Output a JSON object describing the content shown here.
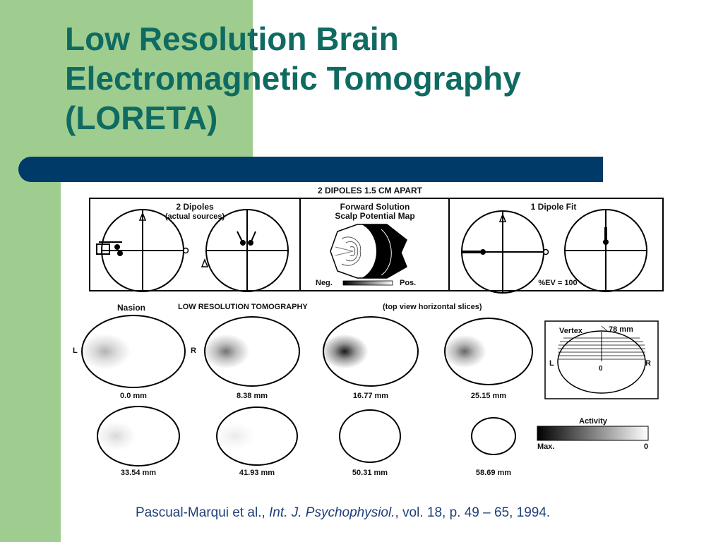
{
  "title": {
    "line1": "Low Resolution Brain",
    "line2": "Electromagnetic Tomography",
    "line3": "(LORETA)"
  },
  "figure": {
    "header": "2 DIPOLES 1.5 CM APART",
    "panel_left": {
      "line1": "2 Dipoles",
      "line2": "(actual sources)"
    },
    "panel_middle": {
      "line1": "Forward Solution",
      "line2": "Scalp Potential Map",
      "neg_label": "Neg.",
      "pos_label": "Pos."
    },
    "panel_right": {
      "line1": "1 Dipole Fit",
      "ev_label": "%EV = 100"
    },
    "nasion_label": "Nasion",
    "tomography_label": "LOW RESOLUTION TOMOGRAPHY",
    "tomography_sub": "(top view horizontal slices)",
    "left_label": "L",
    "right_label": "R",
    "slices": [
      {
        "label": "0.0 mm",
        "intensity": 0.3
      },
      {
        "label": "8.38 mm",
        "intensity": 0.55
      },
      {
        "label": "16.77 mm",
        "intensity": 0.9
      },
      {
        "label": "25.15 mm",
        "intensity": 0.6
      },
      {
        "label": "33.54 mm",
        "intensity": 0.15
      },
      {
        "label": "41.93 mm",
        "intensity": 0.08
      },
      {
        "label": "50.31 mm",
        "intensity": 0.0
      },
      {
        "label": "58.69 mm",
        "intensity": 0.0
      }
    ],
    "vertex_inset": {
      "vertex_label": "Vertex",
      "depth_label": "78 mm",
      "l_label": "L",
      "r_label": "R",
      "zero_label": "0"
    },
    "activity_scale": {
      "title": "Activity",
      "max_label": "Max.",
      "min_label": "0"
    }
  },
  "citation": {
    "authors": "Pascual-Marqui et al., ",
    "journal": "Int. J. Psychophysiol.",
    "details": ", vol. 18, p. 49 – 65, 1994."
  },
  "colors": {
    "title": "#0f6b61",
    "accent_bar": "#003a69",
    "side_strip": "#9fcd8f",
    "citation": "#1f3f7a"
  }
}
